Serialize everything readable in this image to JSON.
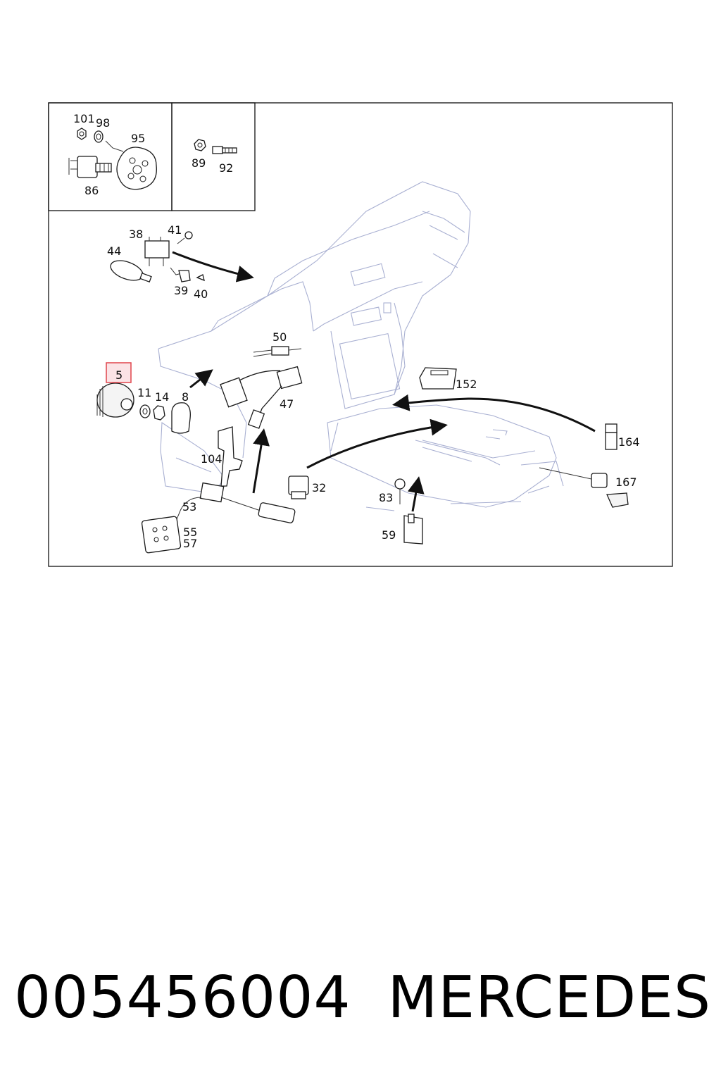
{
  "callouts": {
    "c101": "101",
    "c98": "98",
    "c95": "95",
    "c86": "86",
    "c89": "89",
    "c92": "92",
    "c38": "38",
    "c41": "41",
    "c44": "44",
    "c39": "39",
    "c40": "40",
    "c50": "50",
    "c5": "5",
    "c11": "11",
    "c14": "14",
    "c8": "8",
    "c47": "47",
    "c152": "152",
    "c164": "164",
    "c104": "104",
    "c32": "32",
    "c83": "83",
    "c167": "167",
    "c53": "53",
    "c55": "55",
    "c57": "57",
    "c59": "59"
  },
  "highlight": {
    "part": "5",
    "color": "#e0444c",
    "fill": "#fbe3e6"
  },
  "footer": {
    "part_number": "005456004",
    "brand": "MERCEDES"
  }
}
